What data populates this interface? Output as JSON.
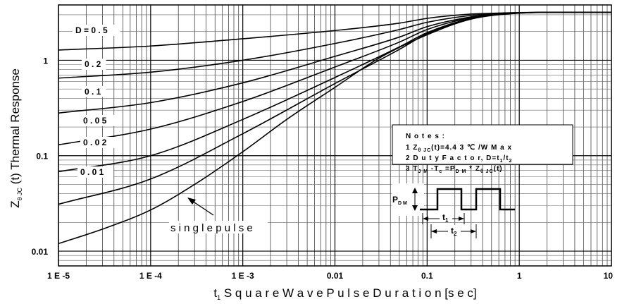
{
  "chart_data": {
    "type": "line",
    "x_scale": "log",
    "y_scale": "log",
    "xlim": [
      1e-05,
      10
    ],
    "ylim": [
      0.007,
      3.8
    ],
    "grid": true,
    "x_ticks": [
      {
        "value": 1e-05,
        "label": "1 E -5"
      },
      {
        "value": 0.0001,
        "label": "1 E -4"
      },
      {
        "value": 0.001,
        "label": "1 E -3"
      },
      {
        "value": 0.01,
        "label": "0.01"
      },
      {
        "value": 0.1,
        "label": "0.1"
      },
      {
        "value": 1,
        "label": "1"
      },
      {
        "value": 10,
        "label": "10"
      }
    ],
    "y_ticks": [
      {
        "value": 0.01,
        "label": "0.01"
      },
      {
        "value": 0.1,
        "label": "0.1"
      },
      {
        "value": 1,
        "label": "1"
      }
    ],
    "xlabel": {
      "pre": "t",
      "sub": "1",
      "post": " S q u a r e  W a v e  P u l s e  D u r a t i o n  [s e c]"
    },
    "ylabel": {
      "pre": "Z",
      "sub1": "θ  JC",
      "post": " (t) Thermal Response"
    },
    "series": [
      {
        "name": "D = 0.5",
        "x": [
          1e-05,
          0.0001,
          0.001,
          0.01,
          0.05,
          0.1,
          0.3,
          0.6,
          1,
          2,
          10
        ],
        "y": [
          1.28,
          1.41,
          1.68,
          2.05,
          2.45,
          2.75,
          3.05,
          3.12,
          3.16,
          3.18,
          3.18
        ]
      },
      {
        "name": "0.2",
        "x": [
          1e-05,
          0.0001,
          0.001,
          0.01,
          0.05,
          0.1,
          0.3,
          0.6,
          1,
          2,
          10
        ],
        "y": [
          0.65,
          0.75,
          1.0,
          1.5,
          2.1,
          2.5,
          2.95,
          3.1,
          3.15,
          3.18,
          3.18
        ]
      },
      {
        "name": "0.1",
        "x": [
          1e-05,
          0.0001,
          0.001,
          0.01,
          0.05,
          0.1,
          0.3,
          0.6,
          1,
          2,
          10
        ],
        "y": [
          0.28,
          0.36,
          0.58,
          1.1,
          1.75,
          2.25,
          2.85,
          3.07,
          3.14,
          3.18,
          3.18
        ]
      },
      {
        "name": "0.0 5",
        "x": [
          1e-05,
          0.0001,
          0.001,
          0.01,
          0.05,
          0.1,
          0.3,
          0.6,
          1,
          2,
          10
        ],
        "y": [
          0.13,
          0.19,
          0.37,
          0.85,
          1.55,
          2.1,
          2.8,
          3.05,
          3.13,
          3.18,
          3.18
        ]
      },
      {
        "name": "0.0 2",
        "x": [
          1e-05,
          0.0001,
          0.001,
          0.01,
          0.05,
          0.1,
          0.3,
          0.6,
          1,
          2,
          10
        ],
        "y": [
          0.068,
          0.1,
          0.24,
          0.66,
          1.38,
          1.95,
          2.75,
          3.03,
          3.12,
          3.18,
          3.18
        ]
      },
      {
        "name": "0.0 1",
        "x": [
          1e-05,
          0.0001,
          0.001,
          0.01,
          0.05,
          0.1,
          0.3,
          0.6,
          1,
          2,
          10
        ],
        "y": [
          0.031,
          0.057,
          0.17,
          0.57,
          1.3,
          1.9,
          2.73,
          3.02,
          3.12,
          3.18,
          3.18
        ]
      },
      {
        "name": "single pulse",
        "x": [
          1e-05,
          3e-05,
          0.0001,
          0.0003,
          0.001,
          0.003,
          0.01,
          0.03,
          0.1,
          0.3,
          1,
          2,
          10
        ],
        "y": [
          0.012,
          0.017,
          0.027,
          0.05,
          0.11,
          0.24,
          0.52,
          1.05,
          1.85,
          2.7,
          3.12,
          3.17,
          3.18
        ]
      }
    ],
    "annotations": {
      "single_pulse": "s i n g l e   p u l s e",
      "pdm": {
        "pre": "P",
        "sub": "D M"
      },
      "t1": {
        "pre": "t",
        "sub": "1"
      },
      "t2": {
        "pre": "t",
        "sub": "2"
      }
    },
    "notes": {
      "title": "N o t e s :",
      "line1": {
        "a": "1  Z",
        "b": "θ   JC",
        "c": "(t)=4.4 3 ℃  /W  M a x"
      },
      "line2": {
        "a": "2  D u t y  F a c t o r,  D=t",
        "b": "1",
        "c": "/t",
        "d": "2"
      },
      "line3": {
        "a": "3  T",
        "b": "J M",
        "c": " -T",
        "d": "c",
        "e": " =P",
        "f": "D M",
        "g": " *  Z",
        "h": "θ   JC",
        "i": "(t)"
      }
    }
  }
}
